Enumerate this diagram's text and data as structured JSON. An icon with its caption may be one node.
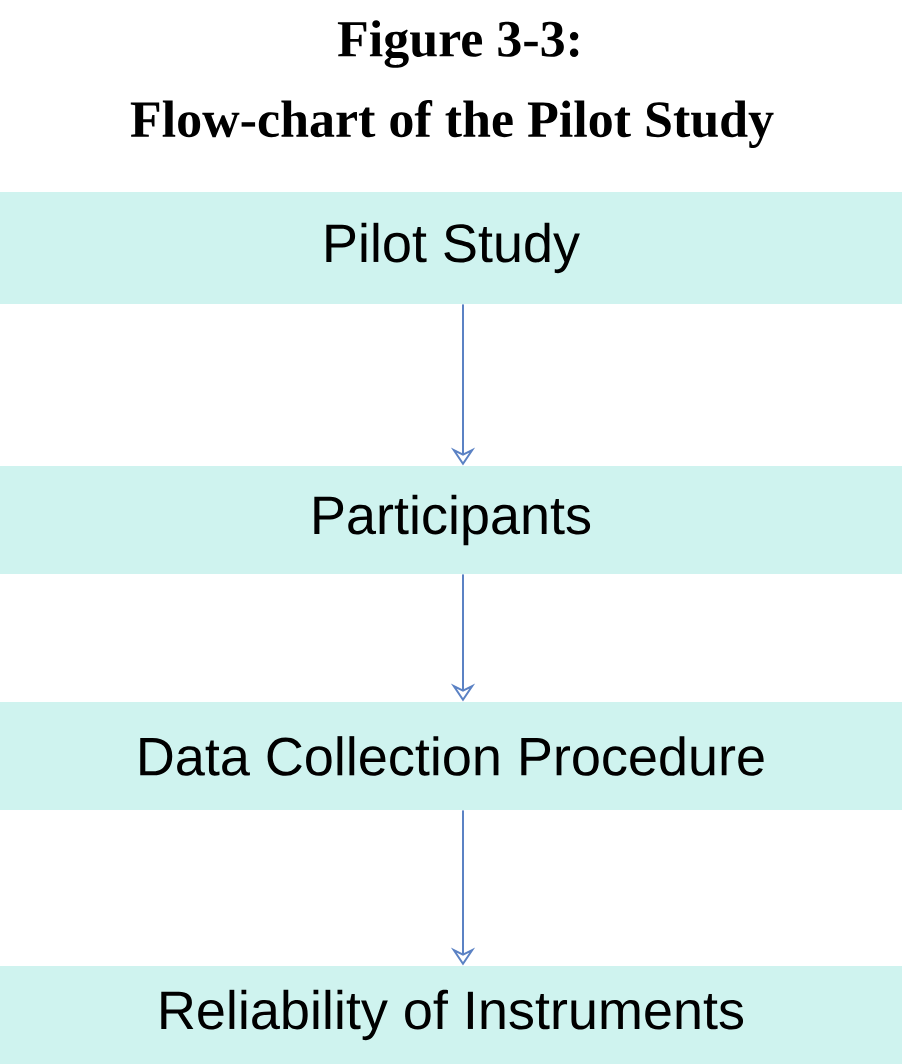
{
  "diagram": {
    "title": "Figure 3-3:",
    "caption": "Flow-chart of the Pilot Study",
    "nodes": [
      {
        "text": [
          "Pilot Study"
        ]
      },
      {
        "text": [
          "Participants"
        ]
      },
      {
        "text": [
          "Data Collection Procedure"
        ]
      },
      {
        "text": [
          "Reliability of Instruments"
        ]
      }
    ],
    "edges": [
      {
        "from": 0,
        "to": 1,
        "arrow": "to"
      },
      {
        "from": 1,
        "to": 2,
        "arrow": "to"
      },
      {
        "from": 2,
        "to": 3,
        "arrow": "to"
      }
    ]
  }
}
